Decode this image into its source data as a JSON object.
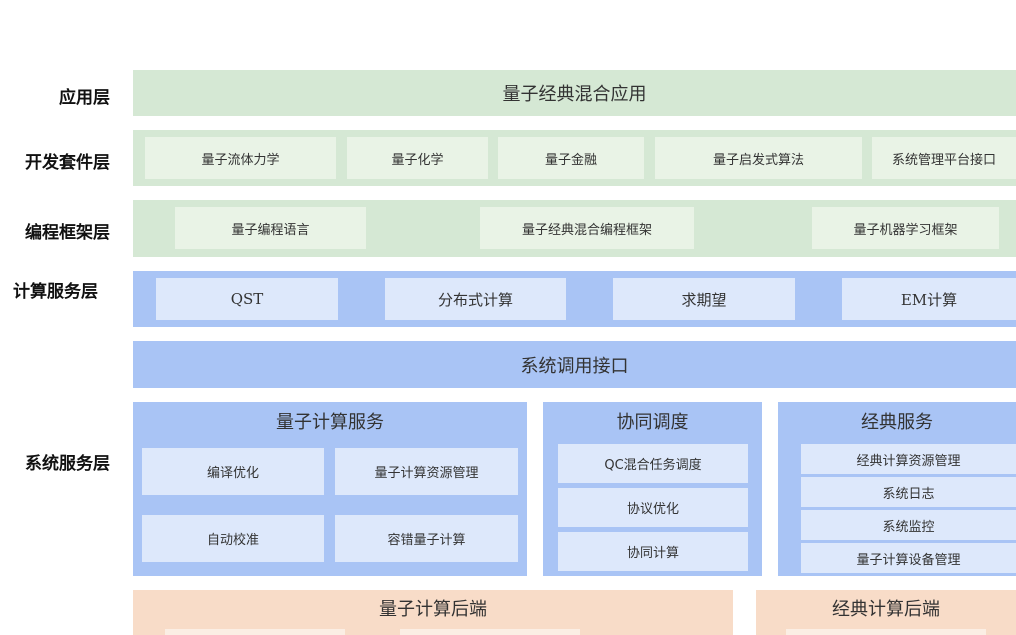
{
  "layer_labels": {
    "app": "应用层",
    "dev": "开发套件层",
    "prog": "编程框架层",
    "compute": "计算服务层",
    "system": "系统服务层"
  },
  "app_layer": {
    "title": "量子经典混合应用"
  },
  "dev_layer": {
    "items": [
      "量子流体力学",
      "量子化学",
      "量子金融",
      "量子启发式算法",
      "系统管理平台接口"
    ]
  },
  "prog_layer": {
    "items": [
      "量子编程语言",
      "量子经典混合编程框架",
      "量子机器学习框架"
    ]
  },
  "compute_layer": {
    "items": [
      "QST",
      "分布式计算",
      "求期望",
      "EM计算"
    ]
  },
  "system_layer": {
    "interface": "系统调用接口",
    "quantum_service": {
      "title": "量子计算服务",
      "items": [
        "编译优化",
        "量子计算资源管理",
        "自动校准",
        "容错量子计算"
      ]
    },
    "coordination": {
      "title": "协同调度",
      "items": [
        "QC混合任务调度",
        "协议优化",
        "协同计算"
      ]
    },
    "classic_service": {
      "title": "经典服务",
      "items": [
        "经典计算资源管理",
        "系统日志",
        "系统监控",
        "量子计算设备管理"
      ]
    }
  },
  "backend_layer": {
    "quantum": "量子计算后端",
    "classic": "经典计算后端"
  },
  "colors": {
    "green_band": "#d5e8d4",
    "green_box": "#e9f3e6",
    "blue_band": "#c5d9f7",
    "blue_box": "#dde8fb",
    "orange_band": "#f8dcc8"
  }
}
